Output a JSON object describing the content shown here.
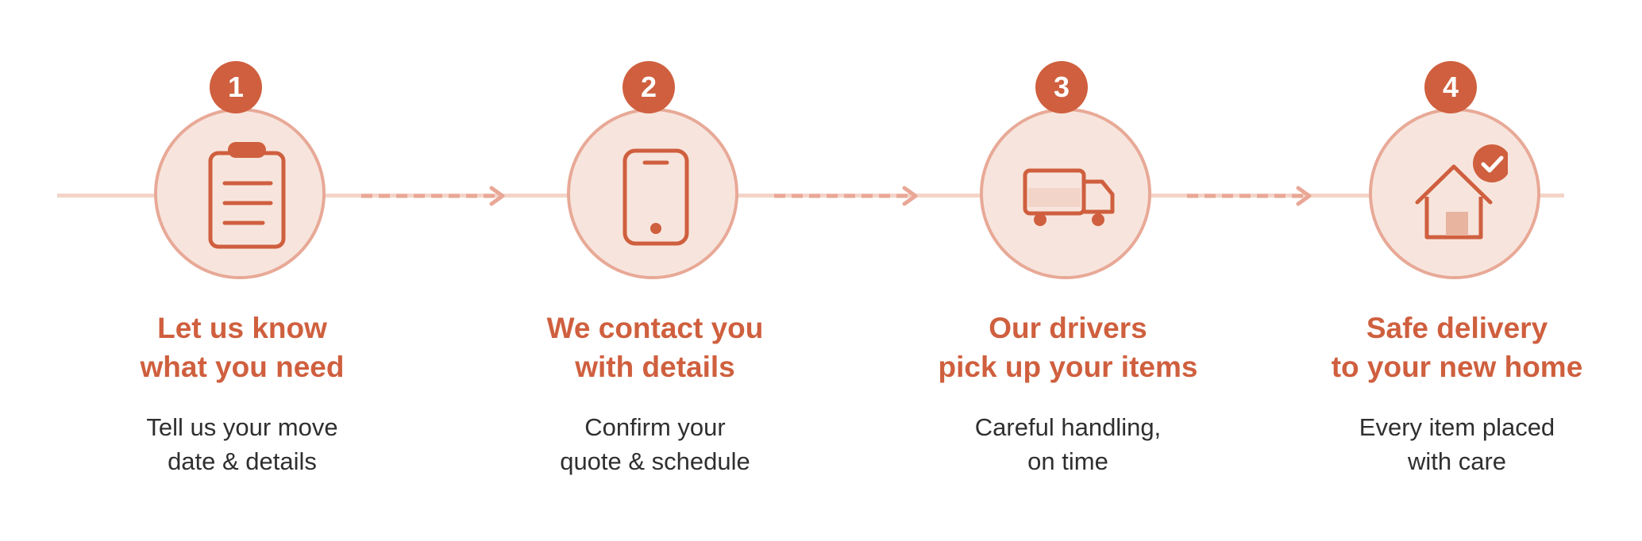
{
  "colors": {
    "accent": "#cf5f3e",
    "circle_fill": "#f7e5dd",
    "circle_stroke": "#e8a997",
    "line": "#f4d4c8",
    "text": "#2f2f2f"
  },
  "steps": [
    {
      "number": "1",
      "icon": "clipboard-icon",
      "title_line1": "Let us know",
      "title_line2": "what you need",
      "desc_line1": "Tell us your move",
      "desc_line2": "date & details"
    },
    {
      "number": "2",
      "icon": "smartphone-icon",
      "title_line1": "We contact you",
      "title_line2": "with details",
      "desc_line1": "Confirm your",
      "desc_line2": "quote & schedule"
    },
    {
      "number": "3",
      "icon": "truck-icon",
      "title_line1": "Our drivers",
      "title_line2": "pick up your items",
      "desc_line1": "Careful handling,",
      "desc_line2": "on time"
    },
    {
      "number": "4",
      "icon": "house-check-icon",
      "title_line1": "Safe delivery",
      "title_line2": "to your new home",
      "desc_line1": "Every item placed",
      "desc_line2": "with care"
    }
  ]
}
